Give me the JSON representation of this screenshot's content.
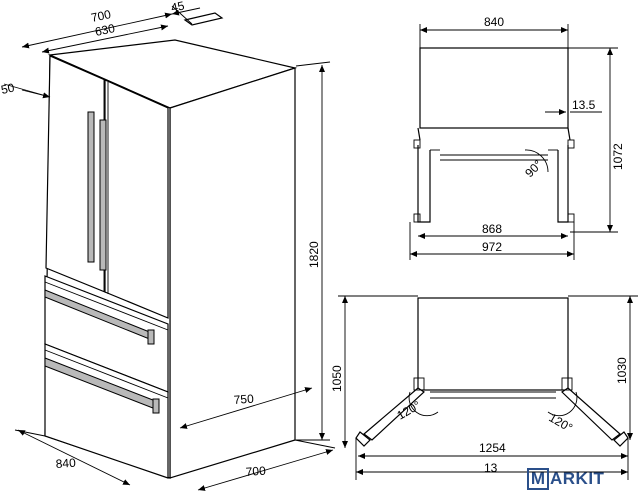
{
  "dims": {
    "iso_depth_overall": "700",
    "iso_depth_body": "630",
    "iso_top_offset": "45",
    "iso_door_gap": "50",
    "iso_height": "1820",
    "iso_width": "840",
    "iso_depth_bottom": "700",
    "iso_drawer_open": "750",
    "top_width": "840",
    "top_side_gap": "13.5",
    "top_depth_open": "1072",
    "top_angle": "90°",
    "top_inner_width": "868",
    "top_outer_width": "972",
    "plan_depth_left": "1050",
    "plan_depth_right": "1030",
    "plan_angle_left": "120°",
    "plan_angle_right": "120°",
    "plan_width": "1254",
    "plan_width_overall": "13"
  },
  "watermark": {
    "mark": "M",
    "text": "ARKIT"
  }
}
